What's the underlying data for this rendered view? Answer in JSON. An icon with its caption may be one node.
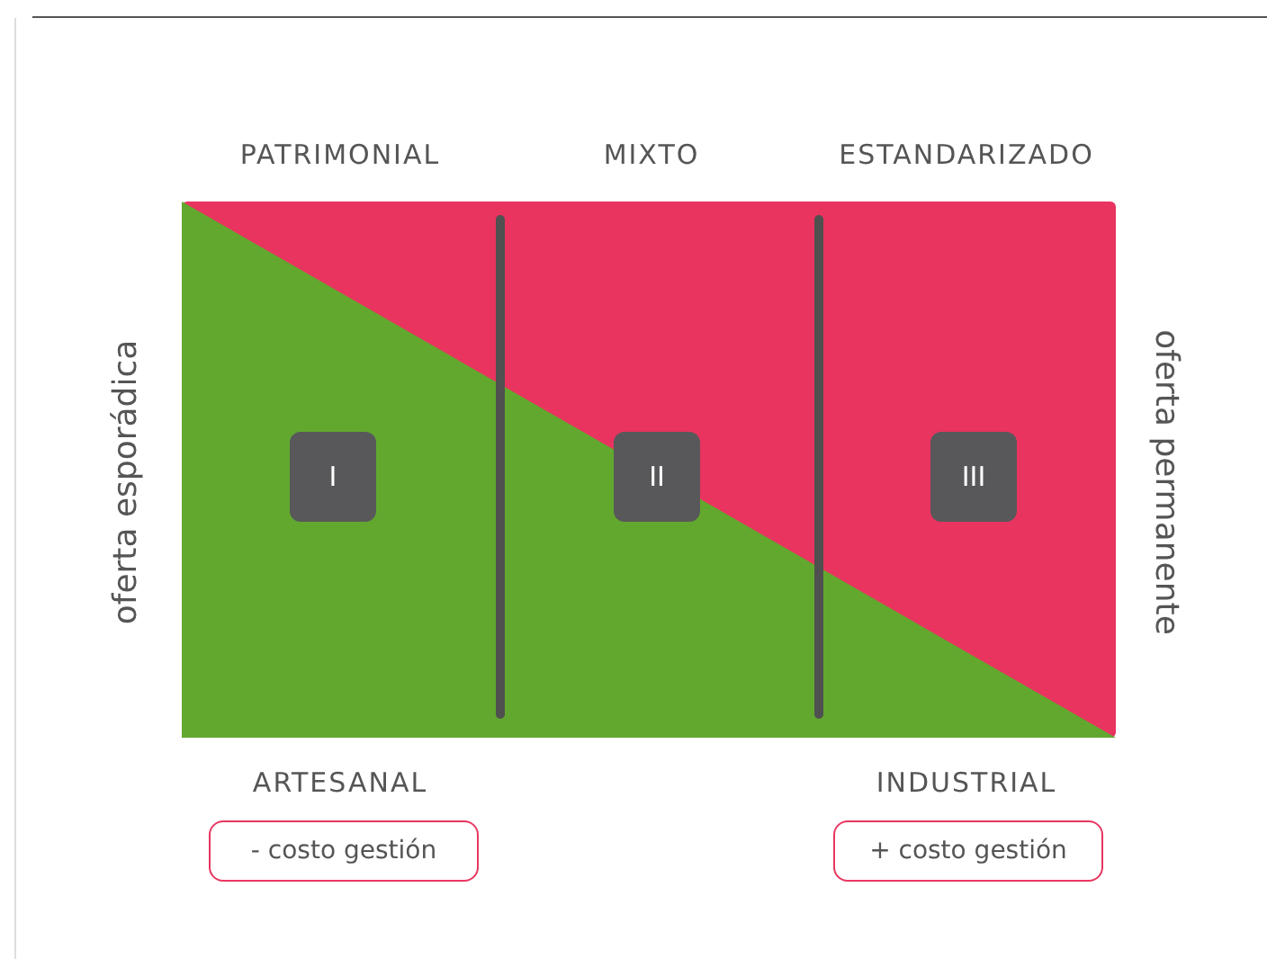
{
  "diagram": {
    "nodes": [
      {
        "text": [],
        "shape": "box"
      },
      {
        "text": [
          "I"
        ],
        "in": 0
      },
      {
        "text": [
          "II"
        ],
        "in": 0
      },
      {
        "text": [
          "III"
        ],
        "in": 0
      },
      {
        "text": [
          "- costo gestión"
        ]
      },
      {
        "text": [
          "+ costo gestión"
        ]
      }
    ],
    "labels": [
      "PATRIMONIAL",
      "MIXTO",
      "ESTANDARIZADO",
      "oferta esporádica",
      "oferta permanente",
      "ARTESANAL",
      "INDUSTRIAL"
    ]
  }
}
